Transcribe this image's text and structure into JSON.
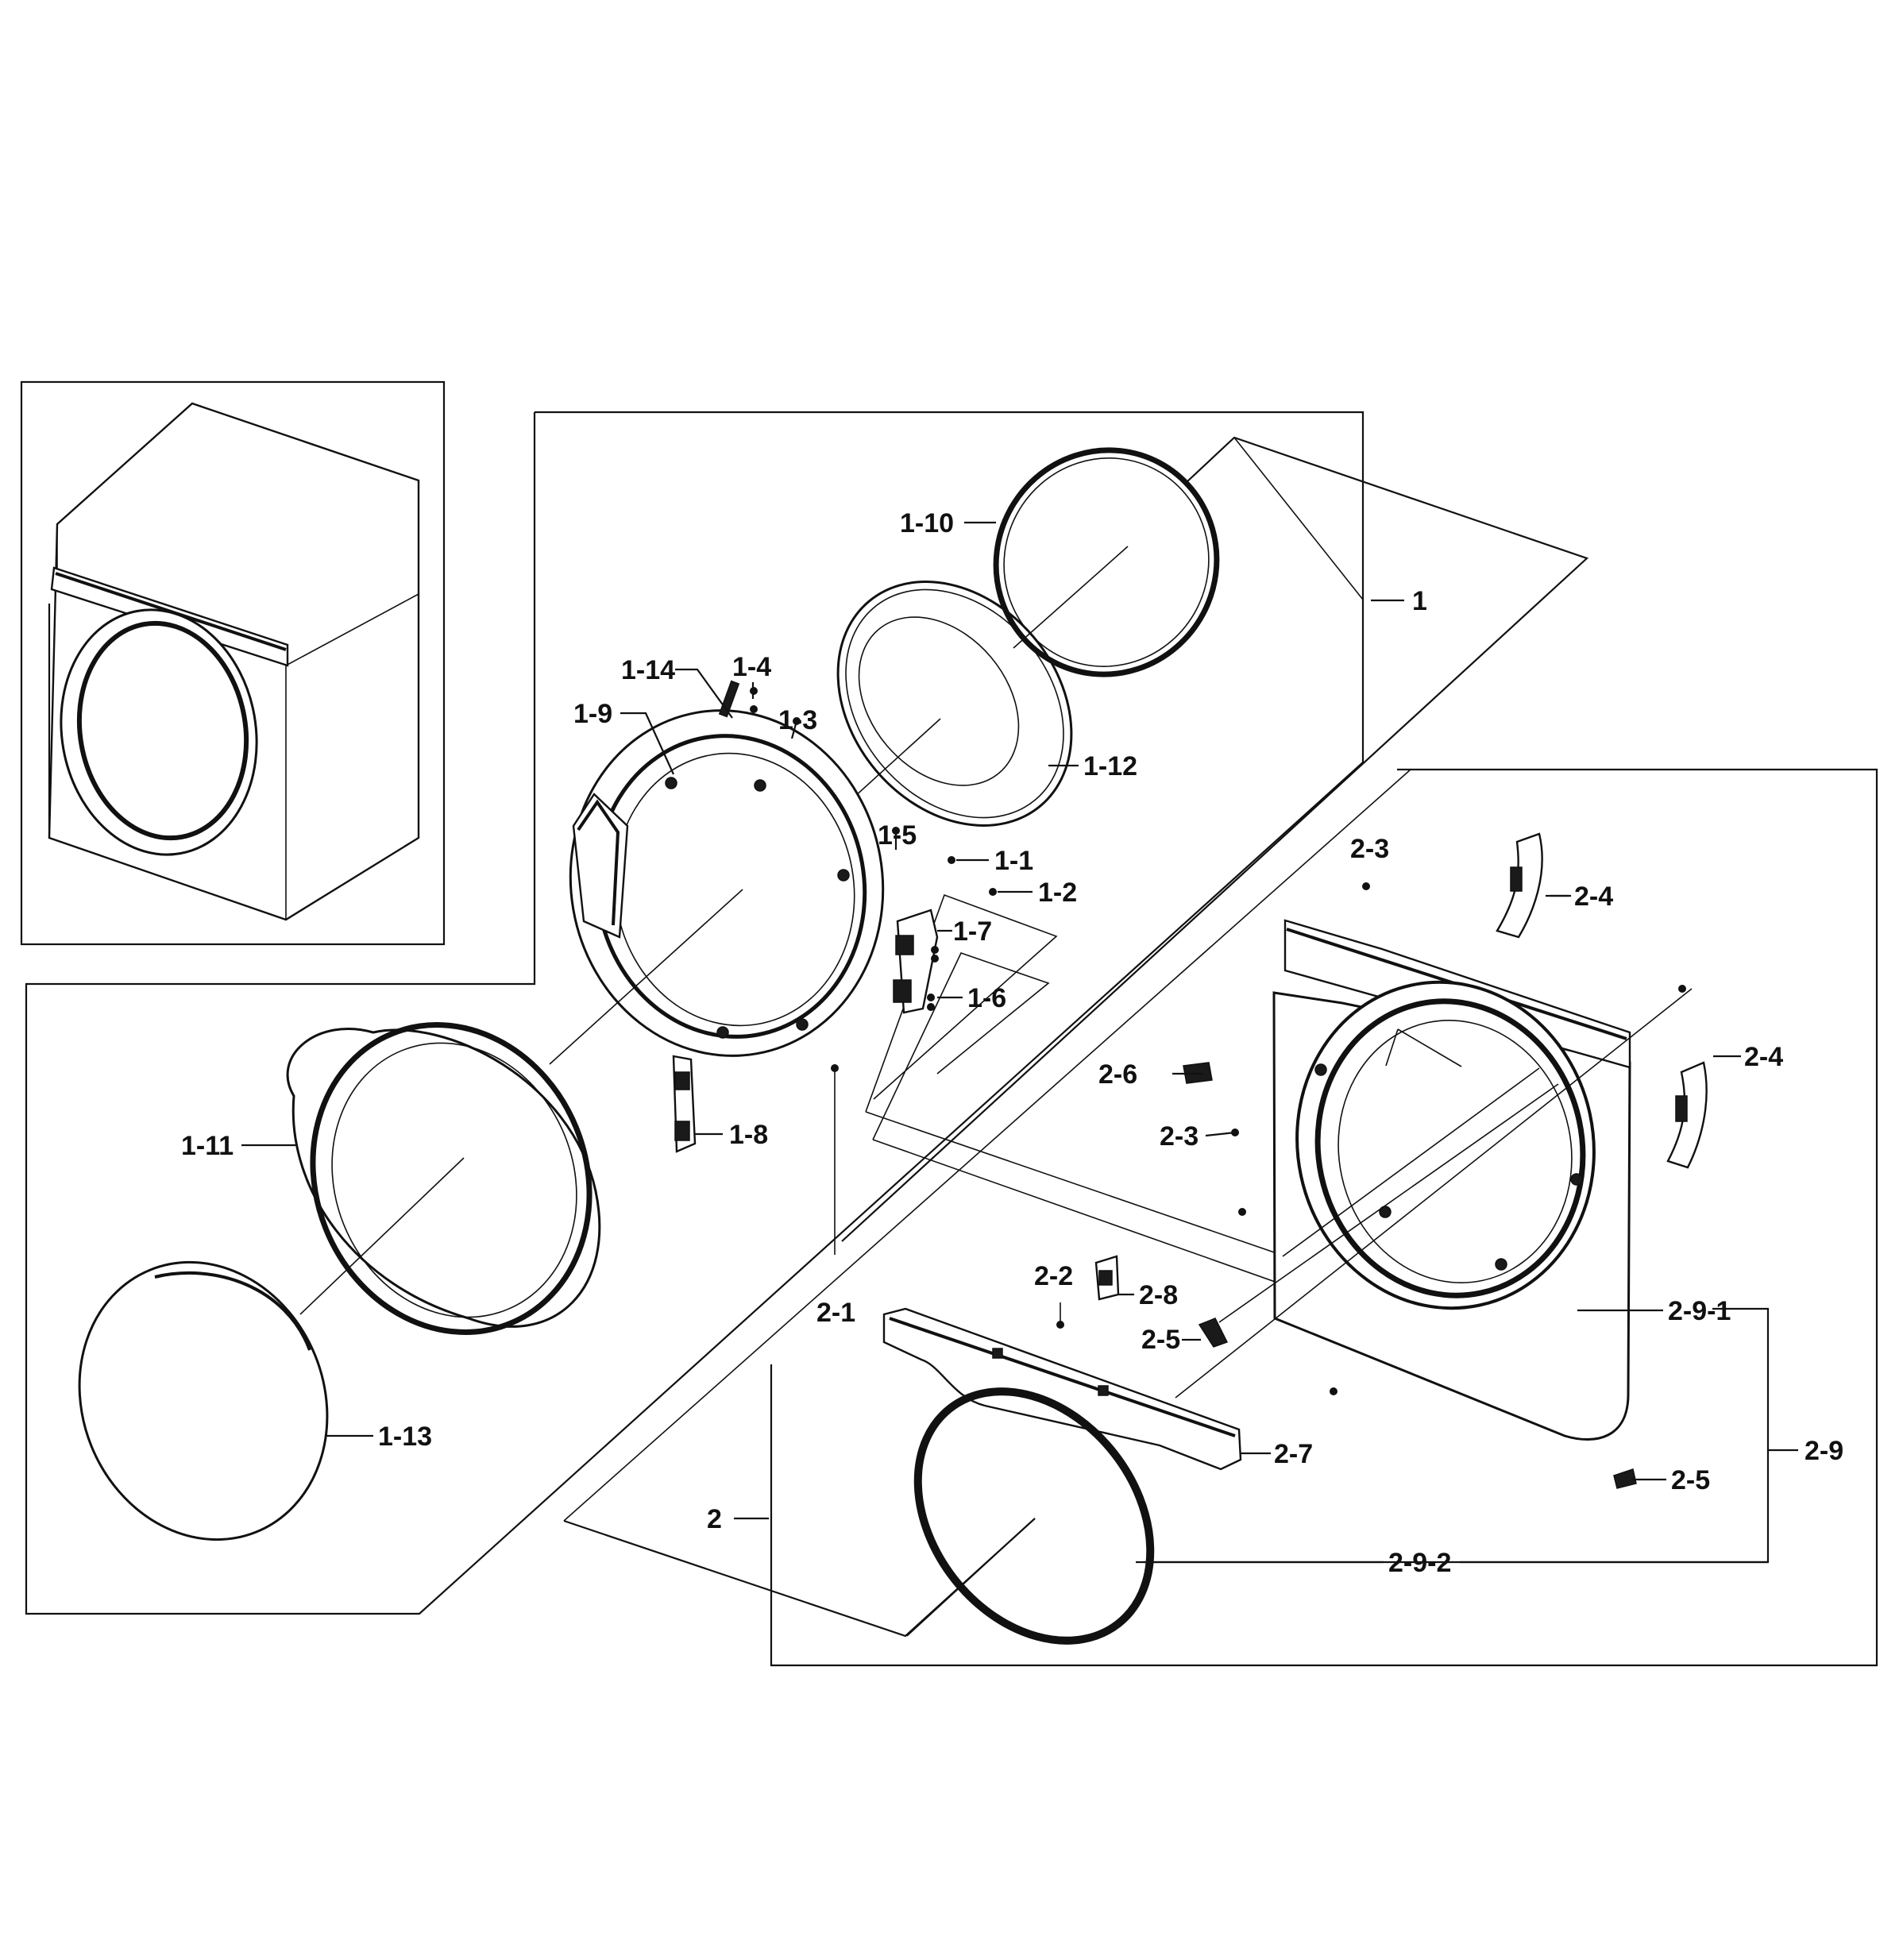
{
  "callouts": [
    {
      "id": "c-1",
      "text": "1"
    },
    {
      "id": "c-1-1",
      "text": "1-1"
    },
    {
      "id": "c-1-2",
      "text": "1-2"
    },
    {
      "id": "c-1-3",
      "text": "1-3"
    },
    {
      "id": "c-1-4",
      "text": "1-4"
    },
    {
      "id": "c-1-5",
      "text": "1-5"
    },
    {
      "id": "c-1-6",
      "text": "1-6"
    },
    {
      "id": "c-1-7",
      "text": "1-7"
    },
    {
      "id": "c-1-8",
      "text": "1-8"
    },
    {
      "id": "c-1-9",
      "text": "1-9"
    },
    {
      "id": "c-1-10",
      "text": "1-10"
    },
    {
      "id": "c-1-11",
      "text": "1-11"
    },
    {
      "id": "c-1-12",
      "text": "1-12"
    },
    {
      "id": "c-1-13",
      "text": "1-13"
    },
    {
      "id": "c-1-14",
      "text": "1-14"
    },
    {
      "id": "c-2",
      "text": "2"
    },
    {
      "id": "c-2-1",
      "text": "2-1"
    },
    {
      "id": "c-2-2",
      "text": "2-2"
    },
    {
      "id": "c-2-3a",
      "text": "2-3"
    },
    {
      "id": "c-2-3b",
      "text": "2-3"
    },
    {
      "id": "c-2-4a",
      "text": "2-4"
    },
    {
      "id": "c-2-4b",
      "text": "2-4"
    },
    {
      "id": "c-2-5a",
      "text": "2-5"
    },
    {
      "id": "c-2-5b",
      "text": "2-5"
    },
    {
      "id": "c-2-6",
      "text": "2-6"
    },
    {
      "id": "c-2-7",
      "text": "2-7"
    },
    {
      "id": "c-2-8",
      "text": "2-8"
    },
    {
      "id": "c-2-9",
      "text": "2-9"
    },
    {
      "id": "c-2-9-1",
      "text": "2-9-1"
    },
    {
      "id": "c-2-9-2",
      "text": "2-9-2"
    }
  ]
}
